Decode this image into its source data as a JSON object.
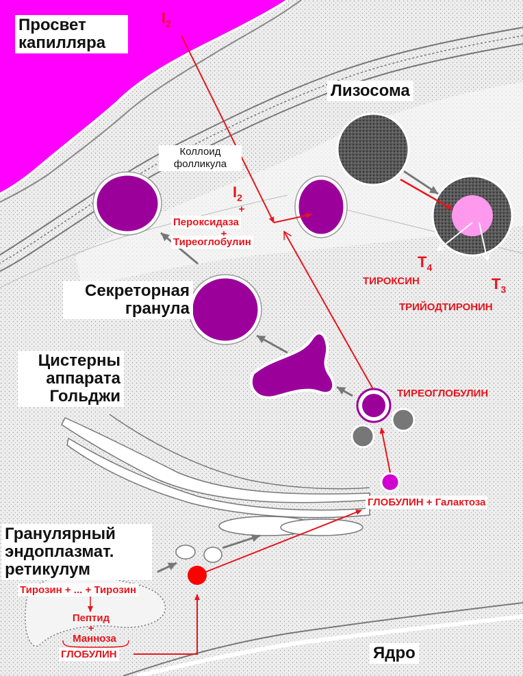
{
  "labels": {
    "lumen": "Просвет капилляра",
    "lysosome": "Лизосома",
    "colloid": "Коллоид фолликула",
    "secretory_granule": "Секреторная гранула",
    "golgi": "Цистерны аппарата Гольджи",
    "er": "Гранулярный эндоплазмат. ретикулум",
    "nucleus": "Ядро"
  },
  "red_labels": {
    "iodine_top": "I",
    "iodine_top_sub": "2",
    "iodine_mid": "I",
    "iodine_mid_sub": "2",
    "plus1": "+",
    "peroxidase": "Пероксидаза",
    "plus2": "+",
    "thyroglobulin_mid": "Тиреоглобулин",
    "t4": "T",
    "t4_sub": "4",
    "thyroxine": "ТИРОКСИН",
    "t3": "T",
    "t3_sub": "3",
    "triiodothyronine": "ТРИЙОДТИРОНИН",
    "thyroglobulin_caps": "ТИРЕОГЛОБУЛИН",
    "globulin_galactose": "ГЛОБУЛИН + Галактоза",
    "tyrosine_chain": "Тирозин + ... + Тирозин",
    "peptide": "Пептид",
    "plus3": "+",
    "mannose": "Манноза",
    "globulin_bottom": "ГЛОБУЛИН"
  },
  "colors": {
    "capillary": "#ff00ff",
    "granule": "#9b009b",
    "accent_red": "#e8141c",
    "cytoplasm": "#eeeeee",
    "lysosome": "#555555",
    "lysosome_inner": "#ff99ee"
  }
}
